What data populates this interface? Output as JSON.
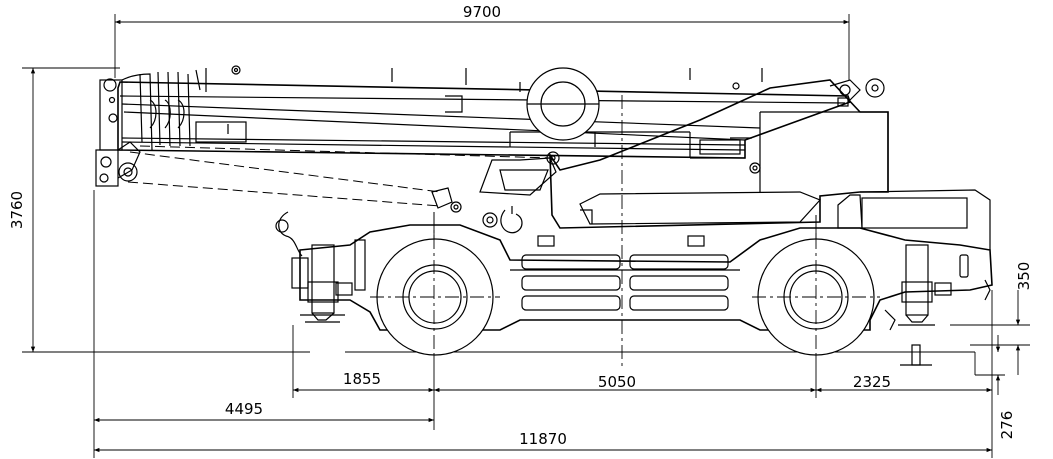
{
  "dimensions": {
    "overall_width_top": "9700",
    "height": "3760",
    "front_overhang": "1855",
    "boom_overhang": "4495",
    "wheelbase": "5050",
    "rear_overhang": "2325",
    "overall_length": "11870",
    "ground_clearance": "350",
    "outrigger_float": "276"
  },
  "colors": {
    "line": "#000000",
    "background": "#ffffff"
  }
}
